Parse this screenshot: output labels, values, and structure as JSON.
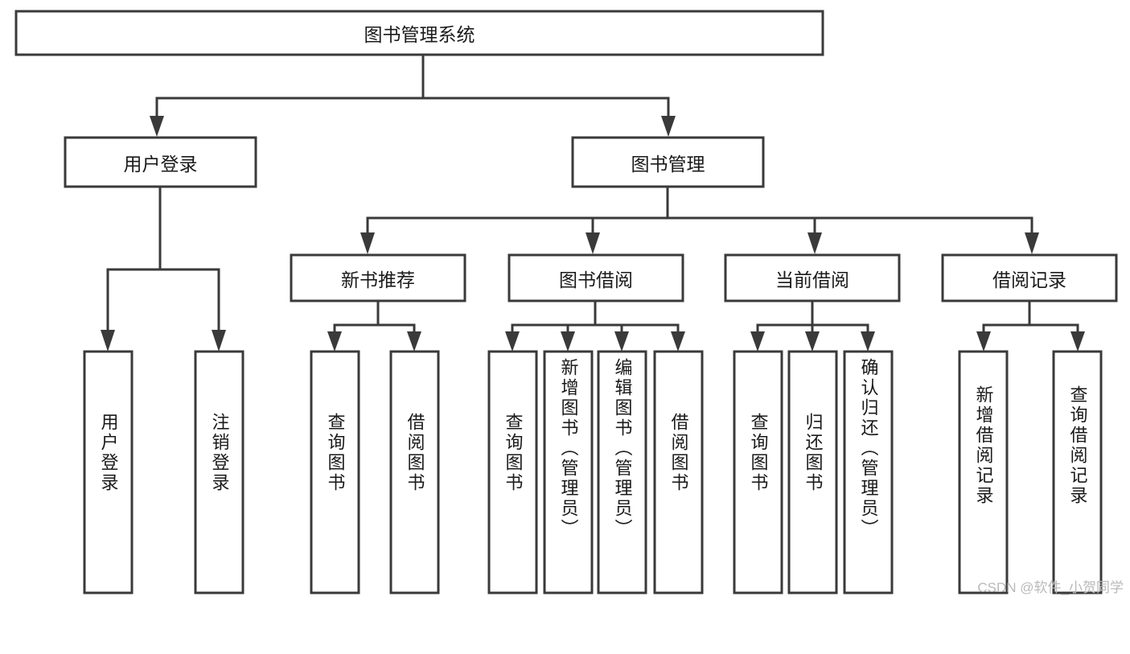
{
  "diagram": {
    "type": "tree",
    "title": "图书管理系统",
    "watermark": "CSDN @软件_小贺同学",
    "colors": {
      "box_stroke": "#3a3a3a",
      "box_fill": "#ffffff",
      "text": "#1a1a1a",
      "connector": "#3a3a3a",
      "watermark": "#b9b9b9",
      "background": "#ffffff"
    },
    "root": {
      "label": "图书管理系统"
    },
    "level2": [
      {
        "label": "用户登录"
      },
      {
        "label": "图书管理"
      }
    ],
    "level3": [
      {
        "label": "新书推荐"
      },
      {
        "label": "图书借阅"
      },
      {
        "label": "当前借阅"
      },
      {
        "label": "借阅记录"
      }
    ],
    "leaves": {
      "user_login": [
        {
          "label": "用户登录"
        },
        {
          "label": "注销登录"
        }
      ],
      "new_book_recommend": [
        {
          "label": "查询图书"
        },
        {
          "label": "借阅图书"
        }
      ],
      "book_borrow": [
        {
          "label": "查询图书"
        },
        {
          "label": "新增图书（管理员）"
        },
        {
          "label": "编辑图书（管理员）"
        },
        {
          "label": "借阅图书"
        }
      ],
      "current_borrow": [
        {
          "label": "查询图书"
        },
        {
          "label": "归还图书"
        },
        {
          "label": "确认归还（管理员）"
        }
      ],
      "borrow_record": [
        {
          "label": "新增借阅记录"
        },
        {
          "label": "查询借阅记录"
        }
      ]
    }
  }
}
